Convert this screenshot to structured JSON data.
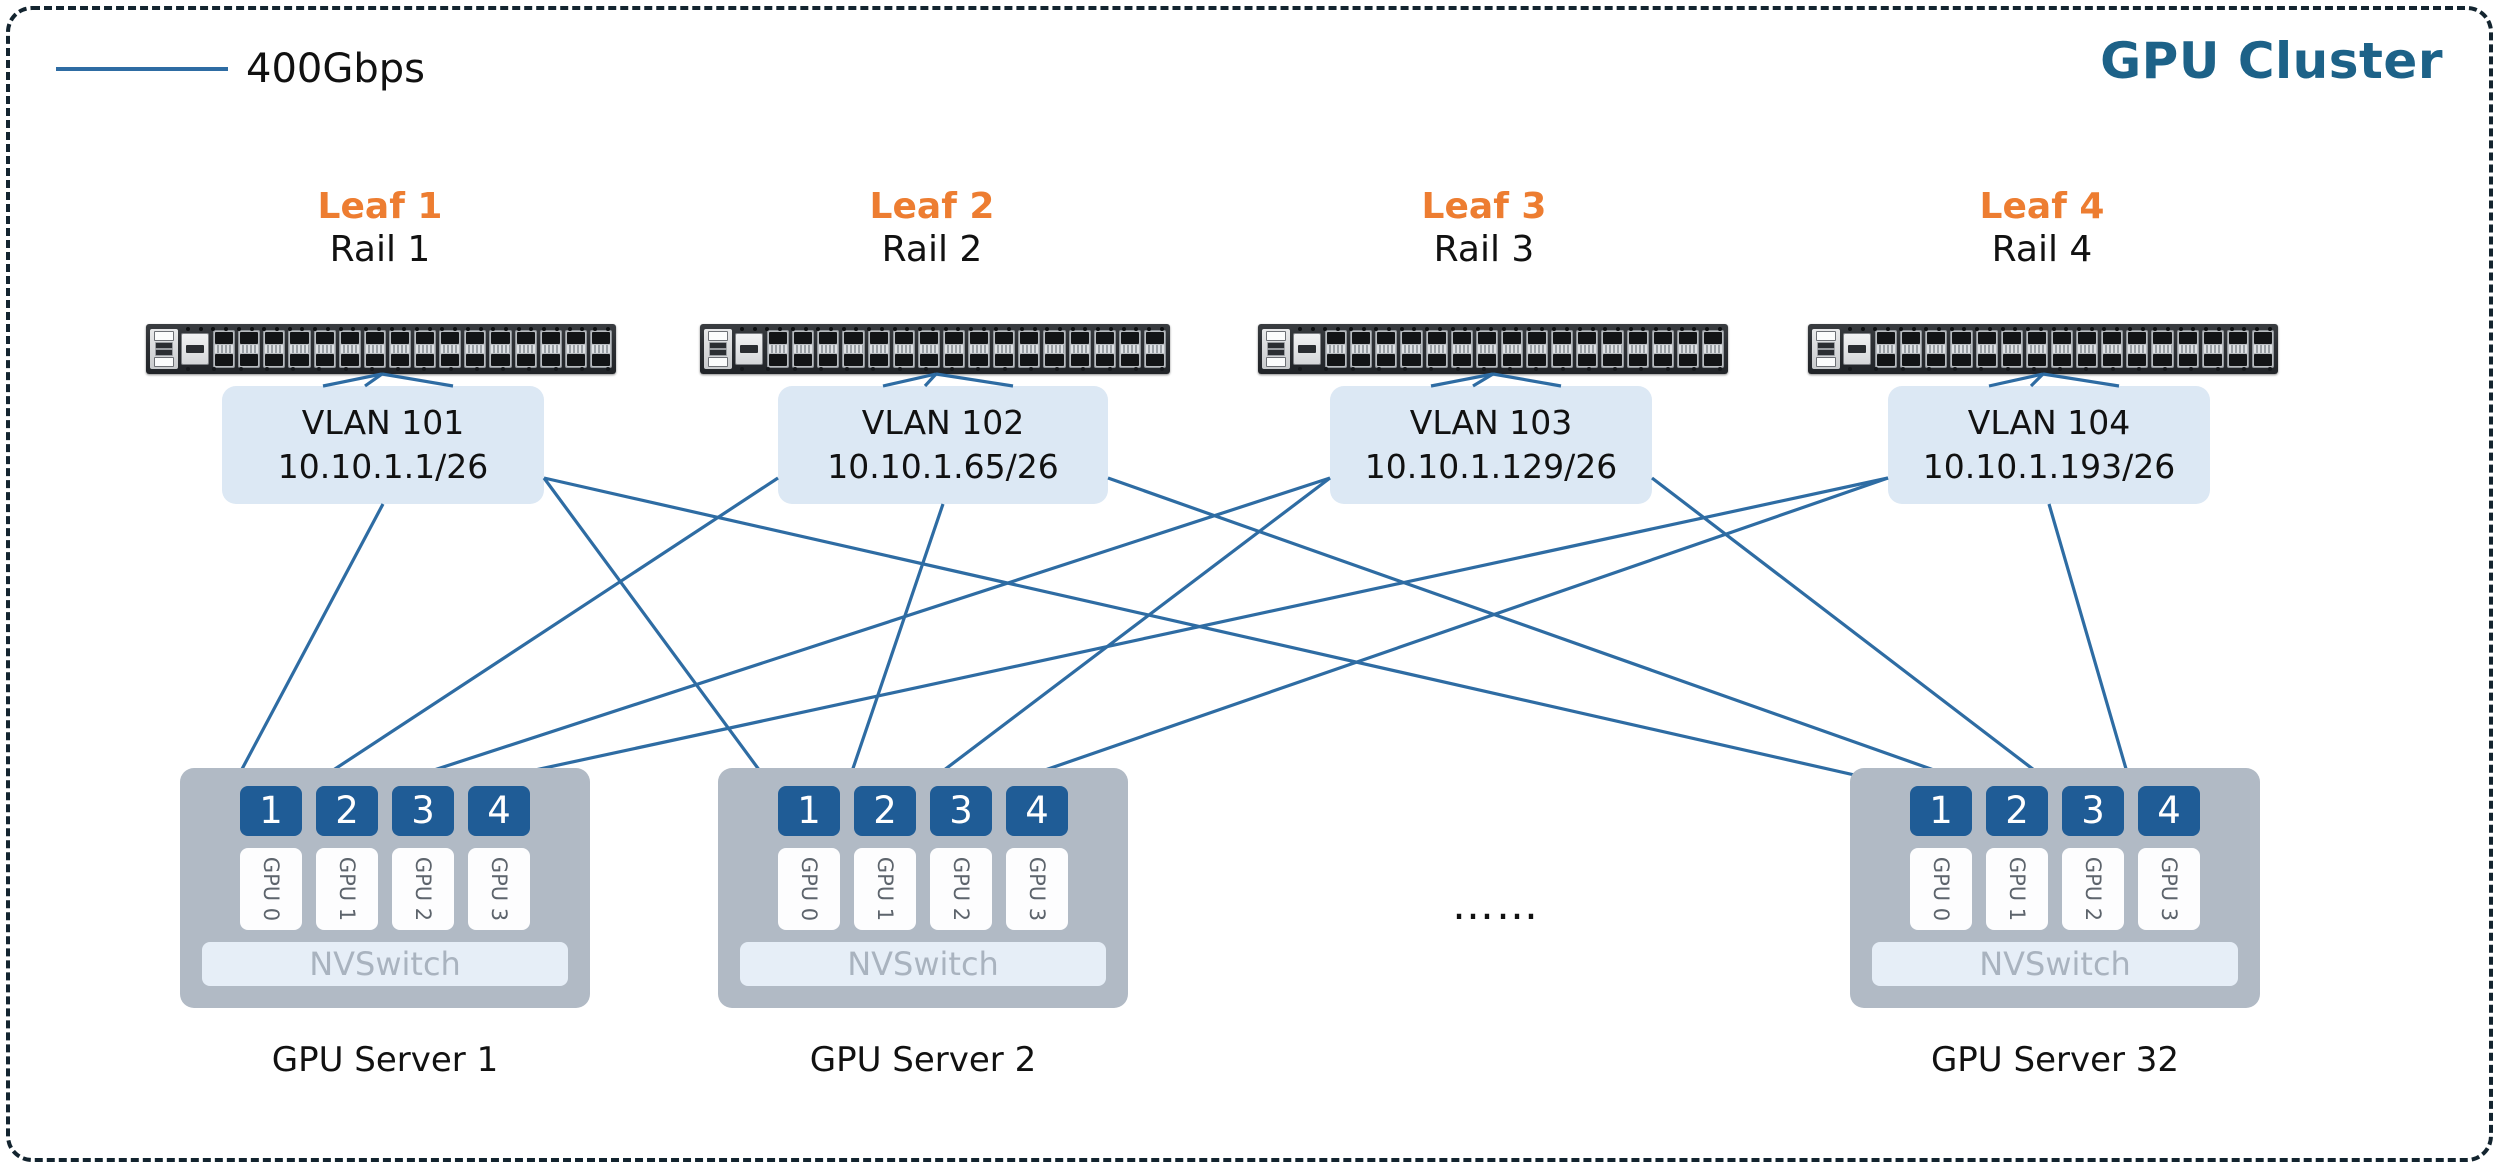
{
  "title": "GPU Cluster",
  "legend": {
    "line_label": "400Gbps",
    "line_color": "#2e6ca3"
  },
  "colors": {
    "leaf_label": "#ed7d31",
    "title": "#1d6288",
    "link": "#2e6ca3",
    "vlan_box": "#dce8f4",
    "nic": "#1f5c96",
    "server_body": "#b1bac5",
    "nvswitch_bar": "#e6eef7",
    "border": "#13242f"
  },
  "leaves": [
    {
      "name": "Leaf 1",
      "rail": "Rail 1",
      "vlan": "VLAN 101",
      "subnet": "10.10.1.1/26"
    },
    {
      "name": "Leaf 2",
      "rail": "Rail 2",
      "vlan": "VLAN 102",
      "subnet": "10.10.1.65/26"
    },
    {
      "name": "Leaf 3",
      "rail": "Rail 3",
      "vlan": "VLAN 103",
      "subnet": "10.10.1.129/26"
    },
    {
      "name": "Leaf 4",
      "rail": "Rail 4",
      "vlan": "VLAN 104",
      "subnet": "10.10.1.193/26"
    }
  ],
  "servers": [
    {
      "label": "GPU Server 1",
      "nics": [
        "1",
        "2",
        "3",
        "4"
      ],
      "gpus": [
        "GPU 0",
        "GPU 1",
        "GPU 2",
        "GPU 3"
      ],
      "nvswitch": "NVSwitch"
    },
    {
      "label": "GPU Server 2",
      "nics": [
        "1",
        "2",
        "3",
        "4"
      ],
      "gpus": [
        "GPU 0",
        "GPU 1",
        "GPU 2",
        "GPU 3"
      ],
      "nvswitch": "NVSwitch"
    },
    {
      "label": "GPU Server 32",
      "nics": [
        "1",
        "2",
        "3",
        "4"
      ],
      "gpus": [
        "GPU 0",
        "GPU 1",
        "GPU 2",
        "GPU 3"
      ],
      "nvswitch": "NVSwitch"
    }
  ],
  "ellipsis": "……",
  "link_speed": "400Gbps"
}
